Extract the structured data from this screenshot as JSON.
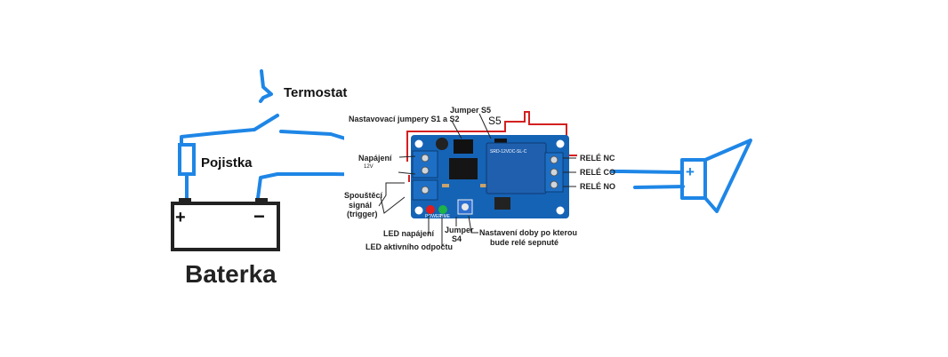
{
  "labels": {
    "termostat": "Termostat",
    "pojistka": "Pojistka",
    "baterka": "Baterka",
    "battery_plus": "+",
    "battery_minus": "−",
    "horn_plus": "+",
    "s5": "S5",
    "jumper_s5": "Jumper S5",
    "nastavovaci_jumpery": "Nastavovací jumpery S1 a S2",
    "napajeni": "Napájení",
    "napajeni_12v": "12V",
    "spousteci_1": "Spouštěcí",
    "spousteci_2": "signál",
    "spousteci_3": "(trigger)",
    "rele_nc": "RELÉ NC",
    "rele_co": "RELÉ CO",
    "rele_no": "RELÉ NO",
    "led_napajeni": "LED napájení",
    "led_odpoctu": "LED aktivního odpočtu",
    "jumper_s4_1": "Jumper",
    "jumper_s4_2": "S4",
    "nastaveni_1": "Nastavení doby po kterou",
    "nastaveni_2": "bude relé sepnuté",
    "relay_text": "SRD-12VDC-SL-C",
    "pcb_power_led": "POWER",
    "pcb_time_led": "TIME"
  },
  "colors": {
    "wire": "#1e86e6",
    "red_wire": "#d42020",
    "pcb": "#1563b5",
    "relay": "#1f5fae",
    "text": "#111111"
  }
}
